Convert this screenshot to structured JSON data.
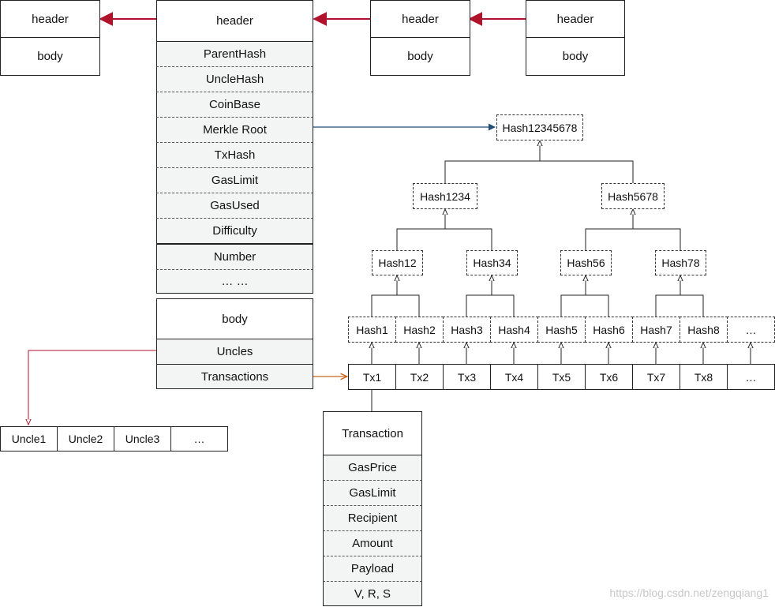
{
  "chain": {
    "header_label": "header",
    "body_label": "body"
  },
  "main_block": {
    "header_label": "header",
    "header_fields": [
      "ParentHash",
      "UncleHash",
      "CoinBase",
      "Merkle Root",
      "TxHash",
      "GasLimit",
      "GasUsed",
      "Difficulty",
      "Number",
      "… …"
    ],
    "body_label": "body",
    "body_fields": [
      "Uncles",
      "Transactions"
    ]
  },
  "uncles": [
    "Uncle1",
    "Uncle2",
    "Uncle3",
    "…"
  ],
  "merkle": {
    "root": "Hash12345678",
    "level1": [
      "Hash1234",
      "Hash5678"
    ],
    "level2": [
      "Hash12",
      "Hash34",
      "Hash56",
      "Hash78"
    ],
    "leaves": [
      "Hash1",
      "Hash2",
      "Hash3",
      "Hash4",
      "Hash5",
      "Hash6",
      "Hash7",
      "Hash8",
      "…"
    ]
  },
  "transactions": [
    "Tx1",
    "Tx2",
    "Tx3",
    "Tx4",
    "Tx5",
    "Tx6",
    "Tx7",
    "Tx8",
    "…"
  ],
  "transaction": {
    "title": "Transaction",
    "fields": [
      "GasPrice",
      "GasLimit",
      "Recipient",
      "Amount",
      "Payload",
      "V, R, S"
    ]
  },
  "watermark": "https://blog.csdn.net/zengqiang1",
  "colors": {
    "chain_arrow": "#b0132b",
    "merkle_root_arrow": "#1f4e79",
    "uncles_arrow": "#b0132b",
    "transactions_arrow": "#c8661e",
    "field_bg": "#f3f5f4"
  }
}
